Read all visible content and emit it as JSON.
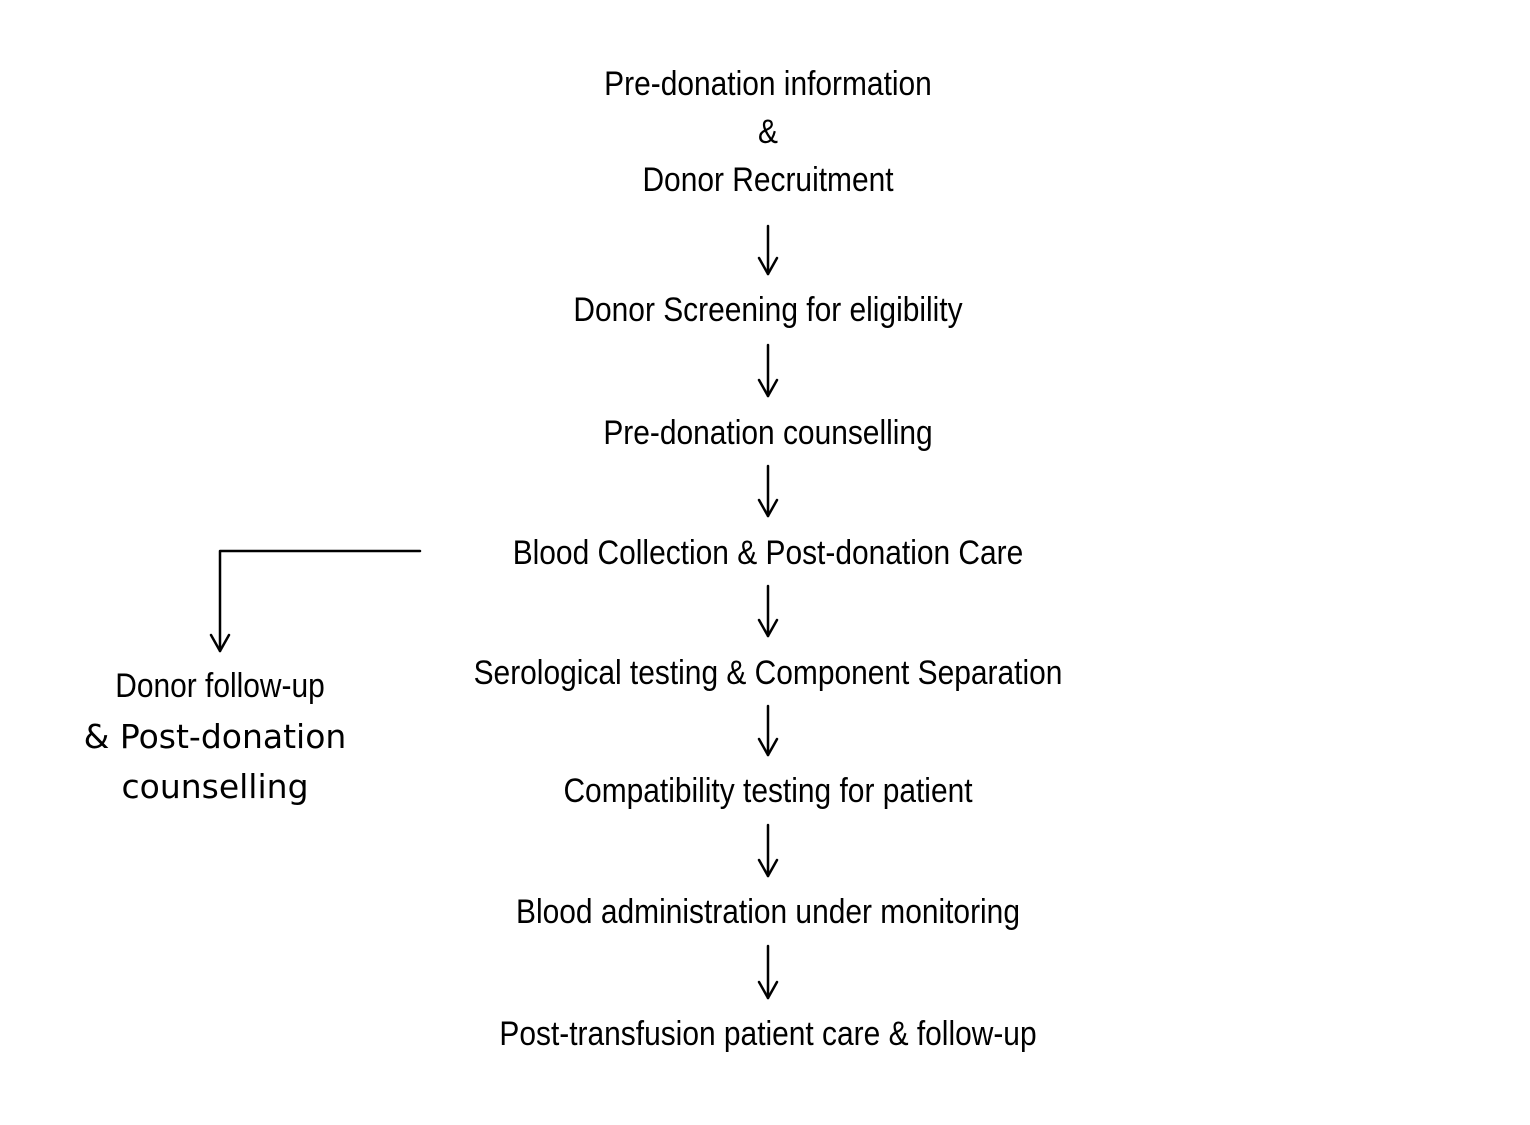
{
  "flowchart": {
    "steps": [
      {
        "lines": [
          "Pre-donation information",
          "&",
          "Donor Recruitment"
        ]
      },
      {
        "lines": [
          "Donor Screening for eligibility"
        ]
      },
      {
        "lines": [
          "Pre-donation counselling"
        ]
      },
      {
        "lines": [
          "Blood Collection & Post-donation Care"
        ]
      },
      {
        "lines": [
          "Serological testing & Component Separation"
        ]
      },
      {
        "lines": [
          "Compatibility testing for patient"
        ]
      },
      {
        "lines": [
          "Blood administration under monitoring"
        ]
      },
      {
        "lines": [
          "Post-transfusion patient care & follow-up"
        ]
      }
    ],
    "branch": {
      "label_line1": "Donor follow-up",
      "label_line2": "& Post-donation",
      "label_line3": "counselling"
    },
    "colors": {
      "text": "#000000",
      "background": "#ffffff",
      "arrow": "#000000"
    }
  }
}
